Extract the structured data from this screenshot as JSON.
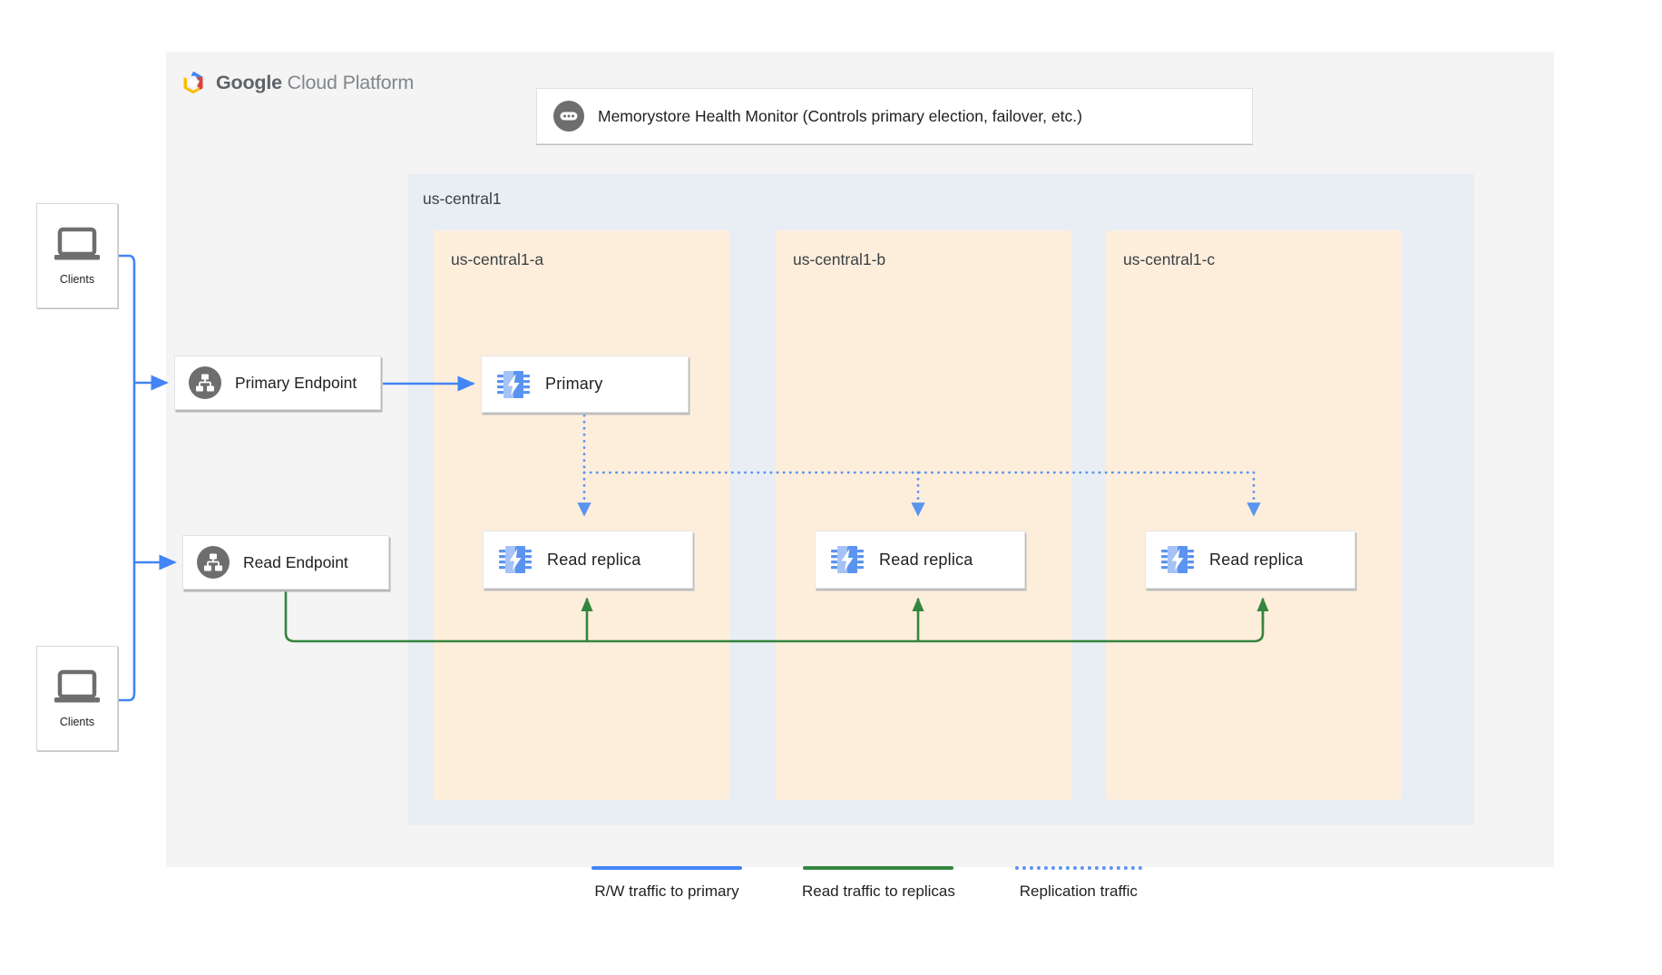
{
  "platform": {
    "brand_bold": "Google",
    "brand_light": "Cloud Platform",
    "logo_icon": "gcp-hexagon-icon"
  },
  "health_monitor": {
    "icon": "health-monitor-icon",
    "label": "Memorystore Health Monitor (Controls primary election, failover, etc.)"
  },
  "region": {
    "label": "us-central1",
    "zones": [
      {
        "label": "us-central1-a"
      },
      {
        "label": "us-central1-b"
      },
      {
        "label": "us-central1-c"
      }
    ]
  },
  "clients": [
    {
      "label": "Clients",
      "icon": "laptop-icon"
    },
    {
      "label": "Clients",
      "icon": "laptop-icon"
    }
  ],
  "endpoints": [
    {
      "label": "Primary Endpoint",
      "icon": "endpoint-hierarchy-icon"
    },
    {
      "label": "Read Endpoint",
      "icon": "endpoint-hierarchy-icon"
    }
  ],
  "nodes": {
    "primary": {
      "label": "Primary",
      "icon": "memorystore-chip-icon"
    },
    "replicas": [
      {
        "label": "Read replica",
        "icon": "memorystore-chip-icon"
      },
      {
        "label": "Read replica",
        "icon": "memorystore-chip-icon"
      },
      {
        "label": "Read replica",
        "icon": "memorystore-chip-icon"
      }
    ]
  },
  "legend": [
    {
      "label": "R/W traffic to primary",
      "color": "#4285f4",
      "style": "solid"
    },
    {
      "label": "Read traffic to replicas",
      "color": "#34853f",
      "style": "solid"
    },
    {
      "label": "Replication traffic",
      "color": "#5b93f0",
      "style": "dotted"
    }
  ],
  "colors": {
    "blue": "#4285f4",
    "green": "#34853f",
    "replication_blue": "#5b93f0",
    "zone_fill": "#fdeedc",
    "region_fill": "#e8eef3",
    "panel_fill": "#f4f4f4",
    "icon_gray": "#6e6e6e"
  }
}
